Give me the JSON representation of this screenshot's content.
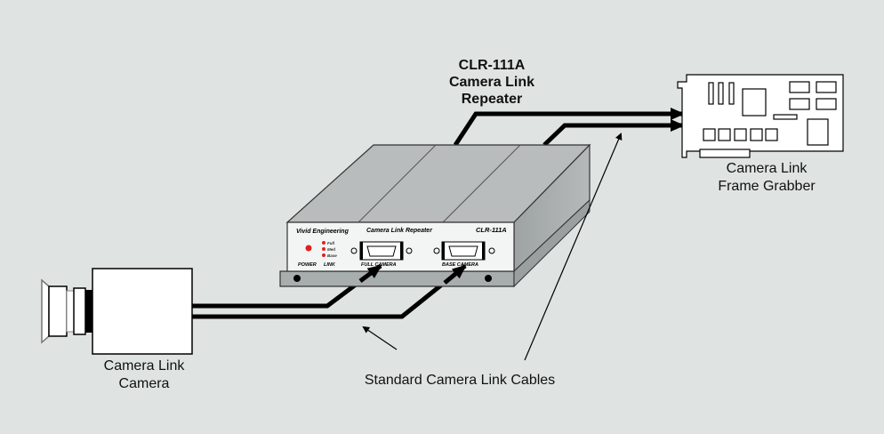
{
  "product": {
    "model": "CLR-111A",
    "line1": "Camera Link",
    "line2": "Repeater"
  },
  "frame_grabber": {
    "line1": "Camera Link",
    "line2": "Frame Grabber"
  },
  "camera": {
    "line1": "Camera Link",
    "line2": "Camera"
  },
  "cables_label": "Standard Camera Link Cables",
  "device_panel": {
    "brand": "Vivid Engineering",
    "name": "Camera Link Repeater",
    "model": "CLR-111A",
    "power_label": "POWER",
    "link_label": "LINK",
    "link_leds": [
      "Full",
      "Med",
      "Base"
    ],
    "port1": "FULL CAMERA",
    "port2": "BASE CAMERA"
  },
  "colors": {
    "background": "#dfe4e3",
    "device": "#bfc3c3",
    "led": "#e02020"
  }
}
